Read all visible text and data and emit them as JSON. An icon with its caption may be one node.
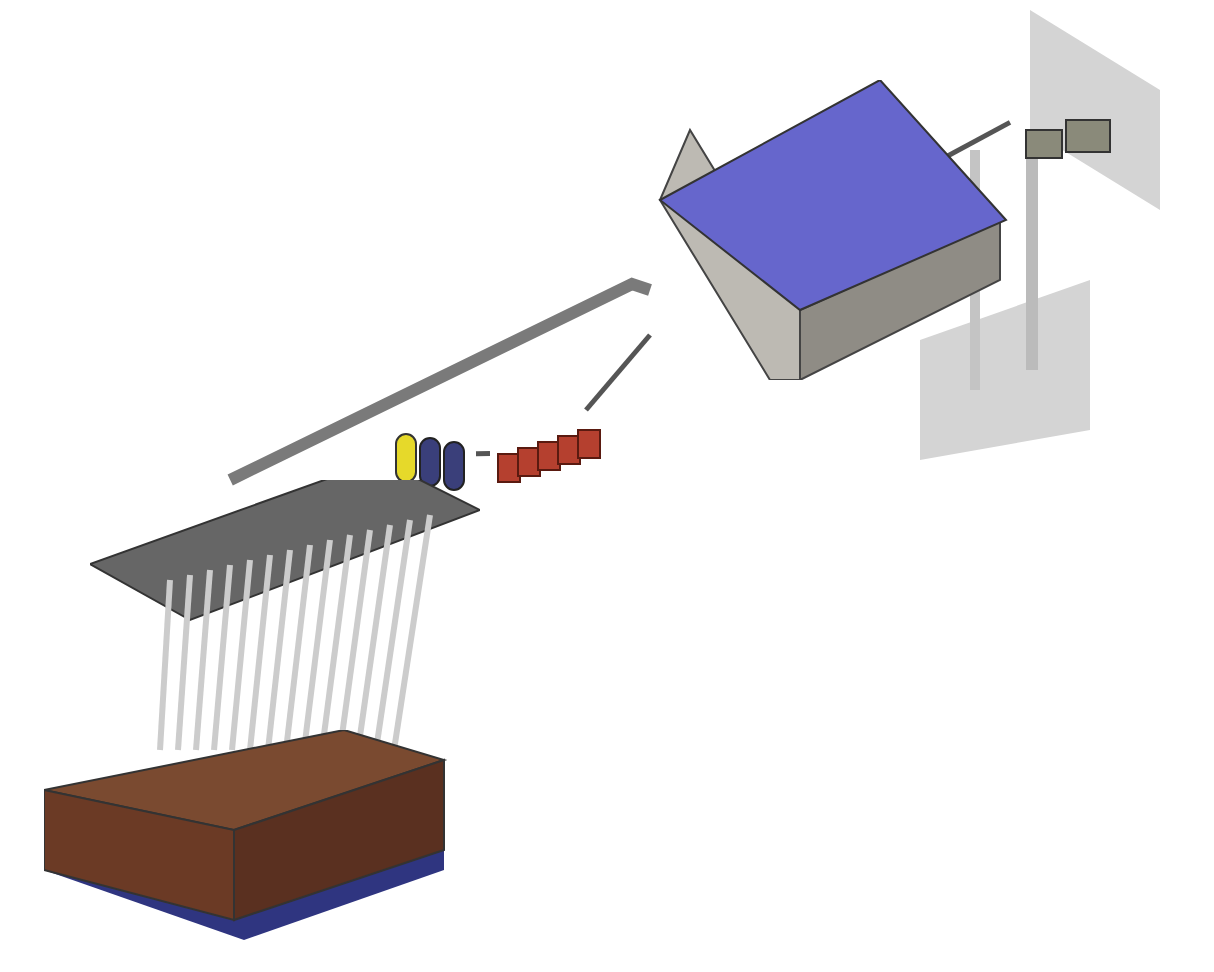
{
  "diagram": {
    "nodes": [
      {
        "text": [],
        "shape": "picture"
      },
      {
        "text": [],
        "shape": "picture"
      },
      {
        "text": [],
        "shape": "cylinder"
      },
      {
        "text": [],
        "shape": "box"
      },
      {
        "text": [],
        "shape": "picture"
      },
      {
        "text": [],
        "shape": "box"
      }
    ],
    "edges": [
      {
        "from": 0,
        "to": 1,
        "arrow": "none"
      },
      {
        "from": 1,
        "to": 4,
        "arrow": "none",
        "style": "thick"
      },
      {
        "from": 1,
        "to": 3,
        "arrow": "none"
      },
      {
        "from": 3,
        "to": 2,
        "arrow": "none"
      }
    ]
  }
}
